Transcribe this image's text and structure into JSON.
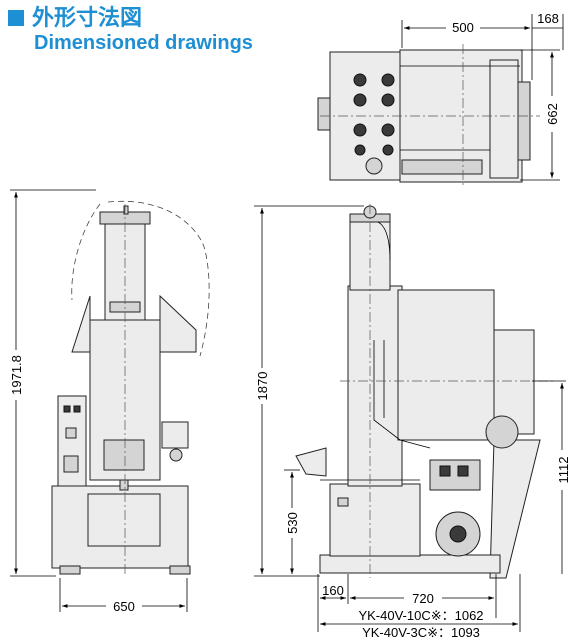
{
  "header": {
    "title_jp": "外形寸法図",
    "title_en": "Dimensioned drawings"
  },
  "colors": {
    "accent": "#1f8fd3"
  },
  "top_view": {
    "dim_width": "500",
    "dim_offset": "168",
    "dim_depth": "662"
  },
  "front_view": {
    "dim_height": "1971.8",
    "dim_width": "650"
  },
  "side_view": {
    "dim_height": "1870",
    "dim_table_height": "530",
    "dim_motor_height": "1112",
    "dim_front_offset": "160",
    "dim_base_length": "720",
    "model_notes": [
      "YK-40V-10C※：1062",
      "YK-40V-3C※：1093"
    ]
  }
}
